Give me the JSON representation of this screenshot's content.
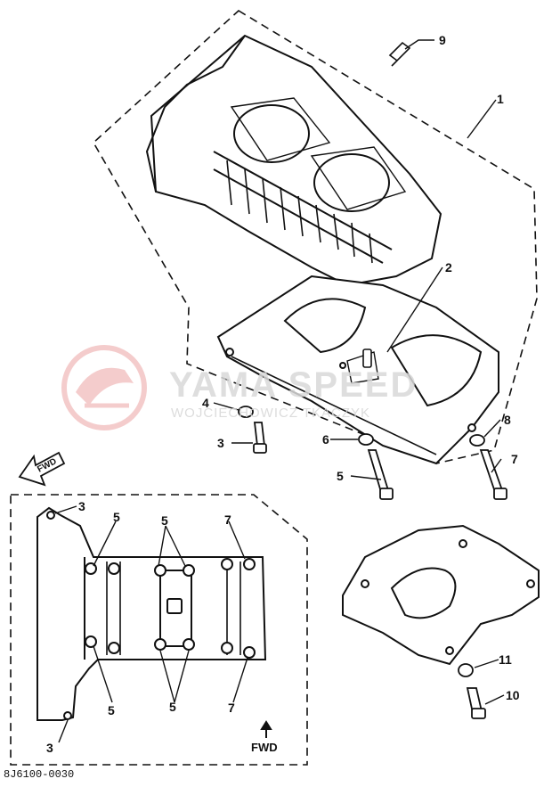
{
  "diagram": {
    "document_code": "8J6100-0030",
    "forward_label": "FWD",
    "watermark": {
      "title": "YAMA SPEED",
      "subtitle": "WOJCIECHOWICZ TKACZYK"
    },
    "callouts": [
      {
        "id": "c1",
        "label": "1"
      },
      {
        "id": "c2",
        "label": "2"
      },
      {
        "id": "c3a",
        "label": "3"
      },
      {
        "id": "c3b",
        "label": "3"
      },
      {
        "id": "c3c",
        "label": "3"
      },
      {
        "id": "c4",
        "label": "4"
      },
      {
        "id": "c5a",
        "label": "5"
      },
      {
        "id": "c5b",
        "label": "5"
      },
      {
        "id": "c5c",
        "label": "5"
      },
      {
        "id": "c5d",
        "label": "5"
      },
      {
        "id": "c5e",
        "label": "5"
      },
      {
        "id": "c6",
        "label": "6"
      },
      {
        "id": "c7a",
        "label": "7"
      },
      {
        "id": "c7b",
        "label": "7"
      },
      {
        "id": "c7c",
        "label": "7"
      },
      {
        "id": "c8",
        "label": "8"
      },
      {
        "id": "c9",
        "label": "9"
      },
      {
        "id": "c10",
        "label": "10"
      },
      {
        "id": "c11",
        "label": "11"
      }
    ]
  }
}
